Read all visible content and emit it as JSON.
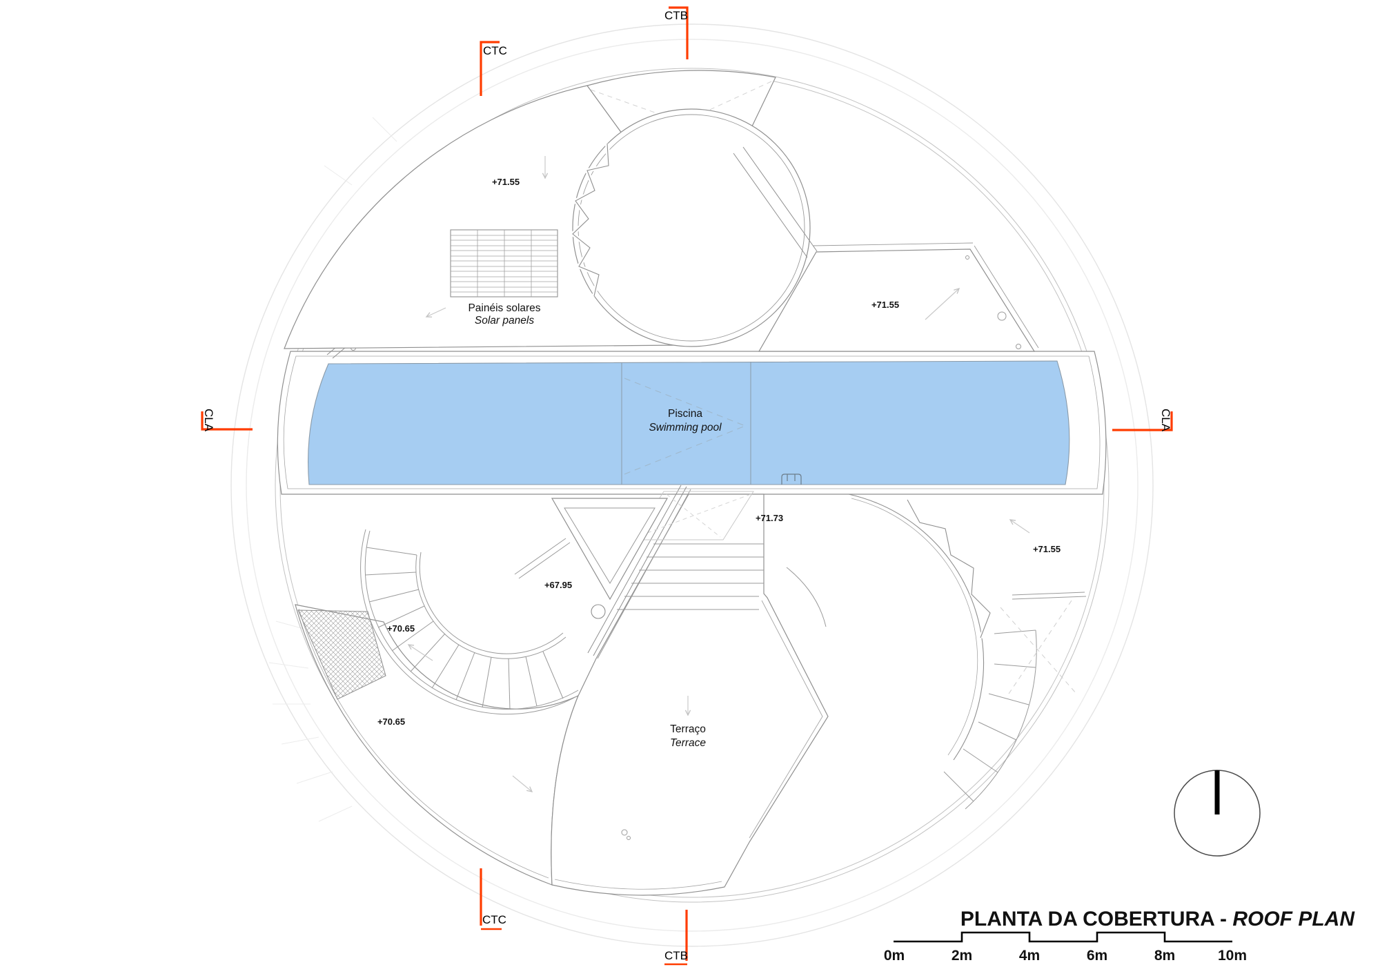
{
  "drawing": {
    "markers": {
      "ctb_top": "CTB",
      "ctc_top": "CTC",
      "cla_left": "CLA",
      "cla_right": "CLA",
      "ctc_bottom": "CTC",
      "ctb_bottom": "CTB"
    },
    "levels": {
      "upper_left": "+71.55",
      "right": "+71.55",
      "lower_right": "+71.55",
      "stair": "+71.73",
      "spiral": "+67.95",
      "terrace_upper": "+70.65",
      "terrace_lower": "+70.65"
    },
    "areas": {
      "solar": {
        "pt": "Painéis solares",
        "en": "Solar panels"
      },
      "pool": {
        "pt": "Piscina",
        "en": "Swimming pool"
      },
      "terrace": {
        "pt": "Terraço",
        "en": "Terrace"
      }
    }
  },
  "title": {
    "pt": "PLANTA DA COBERTURA - ",
    "en": "ROOF PLAN"
  },
  "scale_bar": {
    "labels": [
      "0m",
      "2m",
      "4m",
      "6m",
      "8m",
      "10m"
    ]
  },
  "colors": {
    "accent": "#FF3C00",
    "pool": "#A6CDF2",
    "line": "#8F8F8F"
  }
}
